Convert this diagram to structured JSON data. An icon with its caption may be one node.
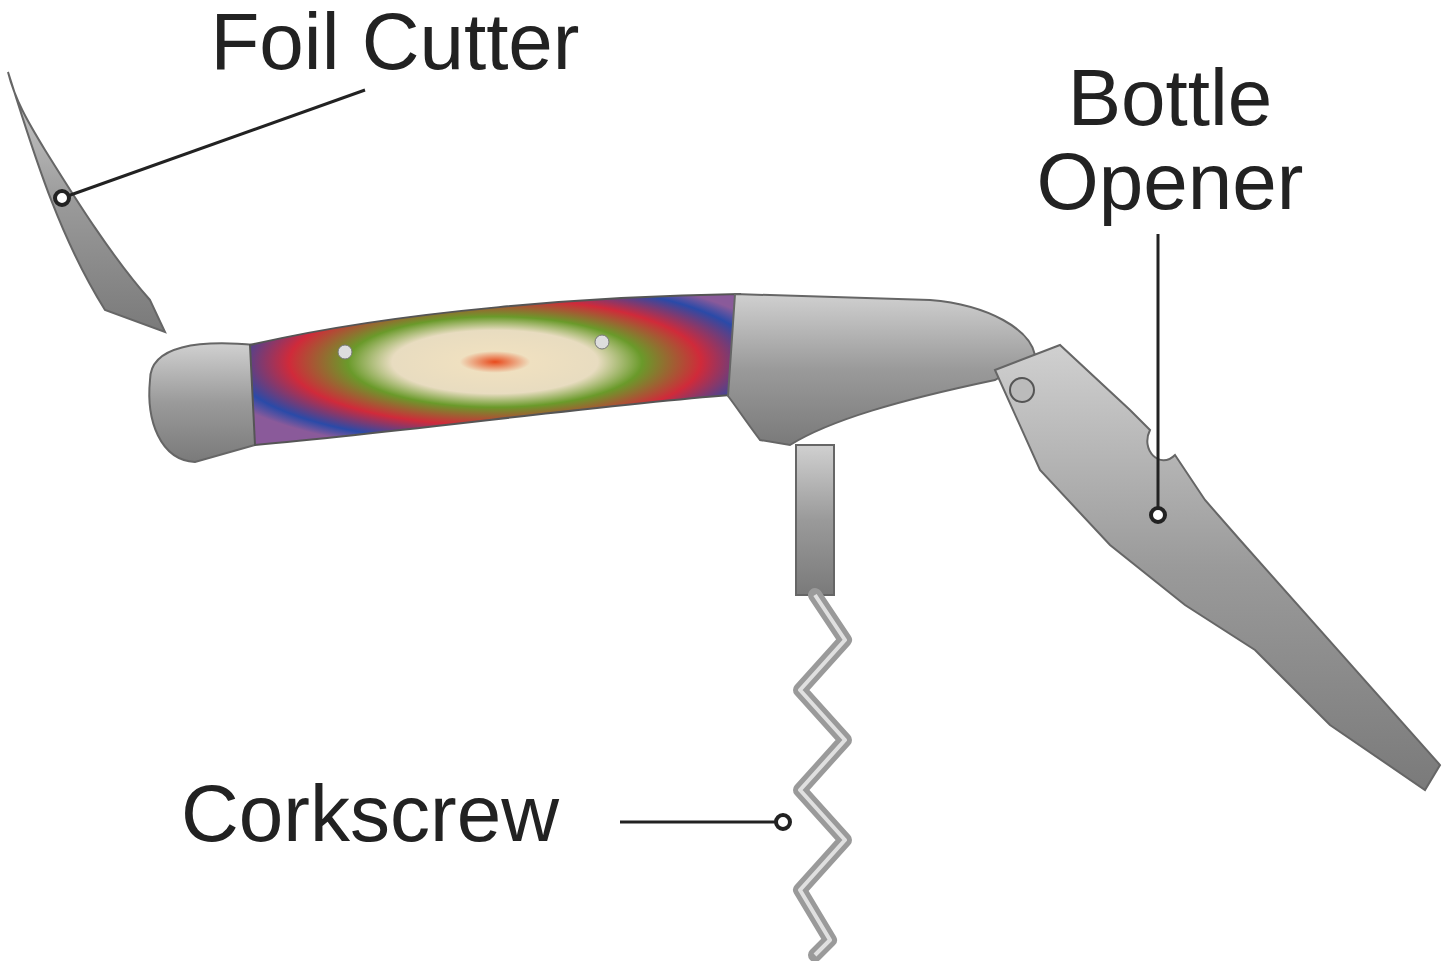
{
  "diagram": {
    "nodes": [
      {
        "text": [
          "Foil Cutter"
        ]
      },
      {
        "text": [],
        "shape": "picture"
      },
      {
        "text": [
          "Bottle Opener"
        ]
      },
      {
        "text": [],
        "shape": "picture"
      },
      {
        "text": [
          "Corkscrew"
        ]
      },
      {
        "text": [],
        "shape": "picture"
      }
    ],
    "edges": [
      {
        "from": 0,
        "to": 1,
        "arrow": "other"
      },
      {
        "from": 2,
        "to": 3,
        "arrow": "other"
      },
      {
        "from": 4,
        "to": 5,
        "arrow": "other"
      }
    ]
  }
}
